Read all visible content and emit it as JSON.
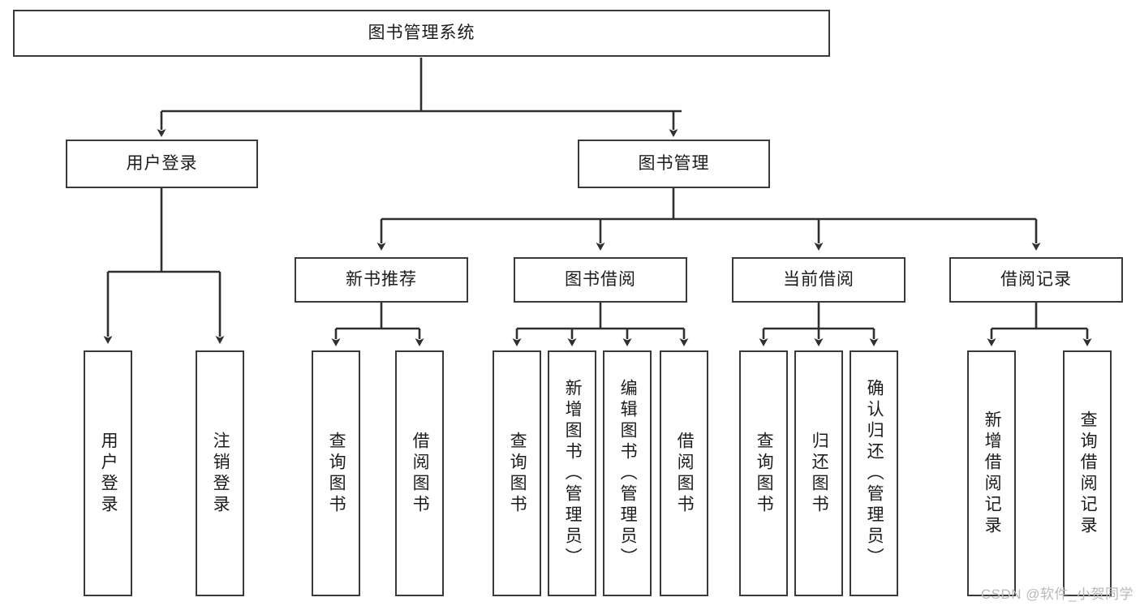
{
  "diagram": {
    "type": "tree-hierarchy",
    "title": "图书管理系统",
    "root": {
      "label": "图书管理系统"
    },
    "level2": [
      {
        "label": "用户登录"
      },
      {
        "label": "图书管理"
      }
    ],
    "level3": [
      {
        "label": "新书推荐"
      },
      {
        "label": "图书借阅"
      },
      {
        "label": "当前借阅"
      },
      {
        "label": "借阅记录"
      }
    ],
    "leaves": {
      "user_login": [
        {
          "label": "用户登录"
        },
        {
          "label": "注销登录"
        }
      ],
      "new_book_recommend": [
        {
          "label": "查询图书"
        },
        {
          "label": "借阅图书"
        }
      ],
      "book_borrow": [
        {
          "label": "查询图书"
        },
        {
          "label": "新增图书（管理员）"
        },
        {
          "label": "编辑图书（管理员）"
        },
        {
          "label": "借阅图书"
        }
      ],
      "current_borrow": [
        {
          "label": "查询图书"
        },
        {
          "label": "归还图书"
        },
        {
          "label": "确认归还（管理员）"
        }
      ],
      "borrow_record": [
        {
          "label": "新增借阅记录"
        },
        {
          "label": "查询借阅记录"
        }
      ]
    }
  },
  "watermark": {
    "text": "CSDN @软件_小贺同学"
  },
  "colors": {
    "border": "#3a3a3a",
    "background": "#ffffff",
    "text": "#1c1c1c",
    "watermark": "#b9b9b9"
  }
}
